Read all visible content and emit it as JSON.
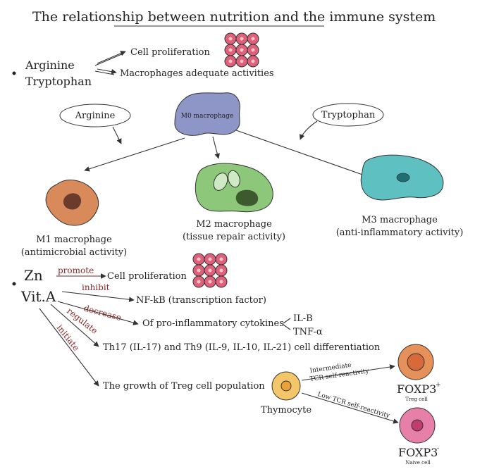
{
  "title": "The relationship between nutrition and the immune system",
  "section1": {
    "nutrients": [
      "Arginine",
      "Tryptophan"
    ],
    "effects": [
      "Cell proliferation",
      "Macrophages adequate activities"
    ]
  },
  "macrophages": {
    "m0": "M0 macrophage",
    "arginine_label": "Arginine",
    "tryptophan_label": "Tryptophan",
    "m1": {
      "name": "M1 macrophage",
      "activity": "(antimicrobial activity)"
    },
    "m2": {
      "name": "M2 macrophage",
      "activity": "(tissue repair activity)"
    },
    "m3": {
      "name": "M3 macrophage",
      "activity": "(anti-inflammatory activity)"
    }
  },
  "section2": {
    "nutrients": [
      "Zn",
      "Vit.A"
    ],
    "actions": [
      {
        "verb": "promote",
        "target": "Cell proliferation"
      },
      {
        "verb": "inhibit",
        "target": "NF-kB (transcription factor)"
      },
      {
        "verb": "decrease",
        "target": "Of pro-inflammatory cytokines"
      },
      {
        "verb": "regulate",
        "target": "Th17 (IL-17) and Th9 (IL-9, IL-10, IL-21) cell differentiation"
      },
      {
        "verb": "initiate",
        "target": "The growth of Treg cell population"
      }
    ],
    "cytokines": [
      "IL-B",
      "TNF-α"
    ]
  },
  "thymus": {
    "thymocyte": "Thymocyte",
    "path_high": [
      "Intermediate",
      "TCR self-reactivity"
    ],
    "path_low": "Low TCR self-reactivity",
    "treg_label": "FOXP3",
    "treg_sup": "+",
    "treg_sub": "Treg cell",
    "naive_label": "FOXP3",
    "naive_sup": "-",
    "naive_sub": "Naive cell"
  },
  "colors": {
    "m0": "#8e96c8",
    "m1": "#d98a5a",
    "m2": "#8cc77a",
    "m3": "#5fc0c2",
    "prolif_cell": "#e0607a",
    "thymocyte": "#f3c669",
    "treg": "#e6915a",
    "naive": "#e680a8",
    "verb": "#8b2a2a"
  }
}
